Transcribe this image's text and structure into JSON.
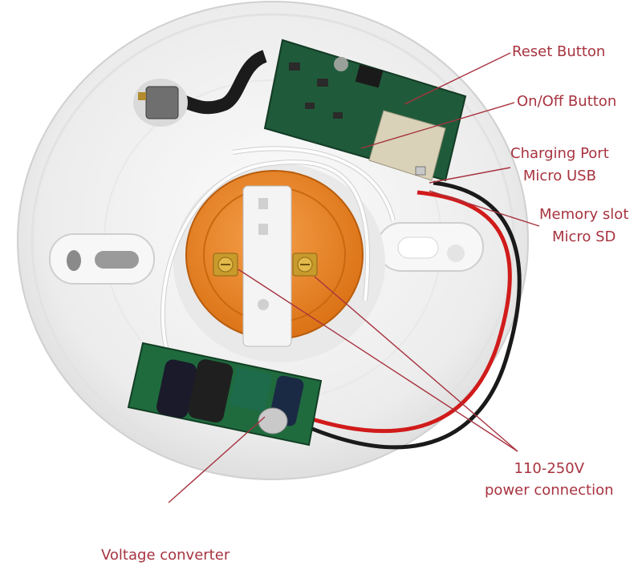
{
  "labels": {
    "reset": "Reset Button",
    "onoff": "On/Off Button",
    "charging_line1": "Charging Port",
    "charging_line2": "Micro USB",
    "memory_line1": "Memory slot",
    "memory_line2": "Micro SD",
    "power_line1": "110-250V",
    "power_line2": "power connection",
    "voltage": "Voltage converter"
  },
  "colors": {
    "annotation": "#a7333f",
    "housing": "#f2f2f2",
    "pcb": "#1f5b3a",
    "socket": "#ee8a1f",
    "red_wire": "#d11b1b",
    "black_wire": "#1a1a1a"
  }
}
